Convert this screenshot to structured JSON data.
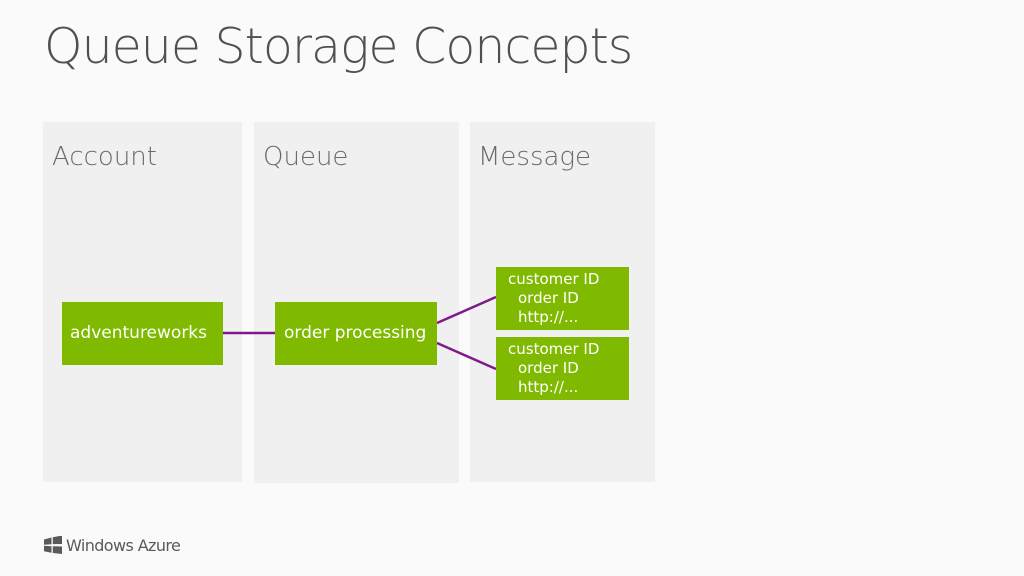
{
  "slide": {
    "title": "Queue Storage Concepts"
  },
  "columns": {
    "account": {
      "label": "Account"
    },
    "queue": {
      "label": "Queue"
    },
    "message": {
      "label": "Message"
    }
  },
  "nodes": {
    "account": "adventureworks",
    "queue": "order processing",
    "messages": [
      {
        "line1": "customer ID",
        "line2": "order ID",
        "line3": "http://..."
      },
      {
        "line1": "customer ID",
        "line2": "order ID",
        "line3": "http://..."
      }
    ]
  },
  "footer": {
    "brand": "Windows Azure",
    "logo_icon": "windows-flag-icon"
  },
  "colors": {
    "background": "#fafafa",
    "column": "#f0f0f0",
    "node_green": "#7fba00",
    "connector_purple": "#7e1a8a"
  }
}
